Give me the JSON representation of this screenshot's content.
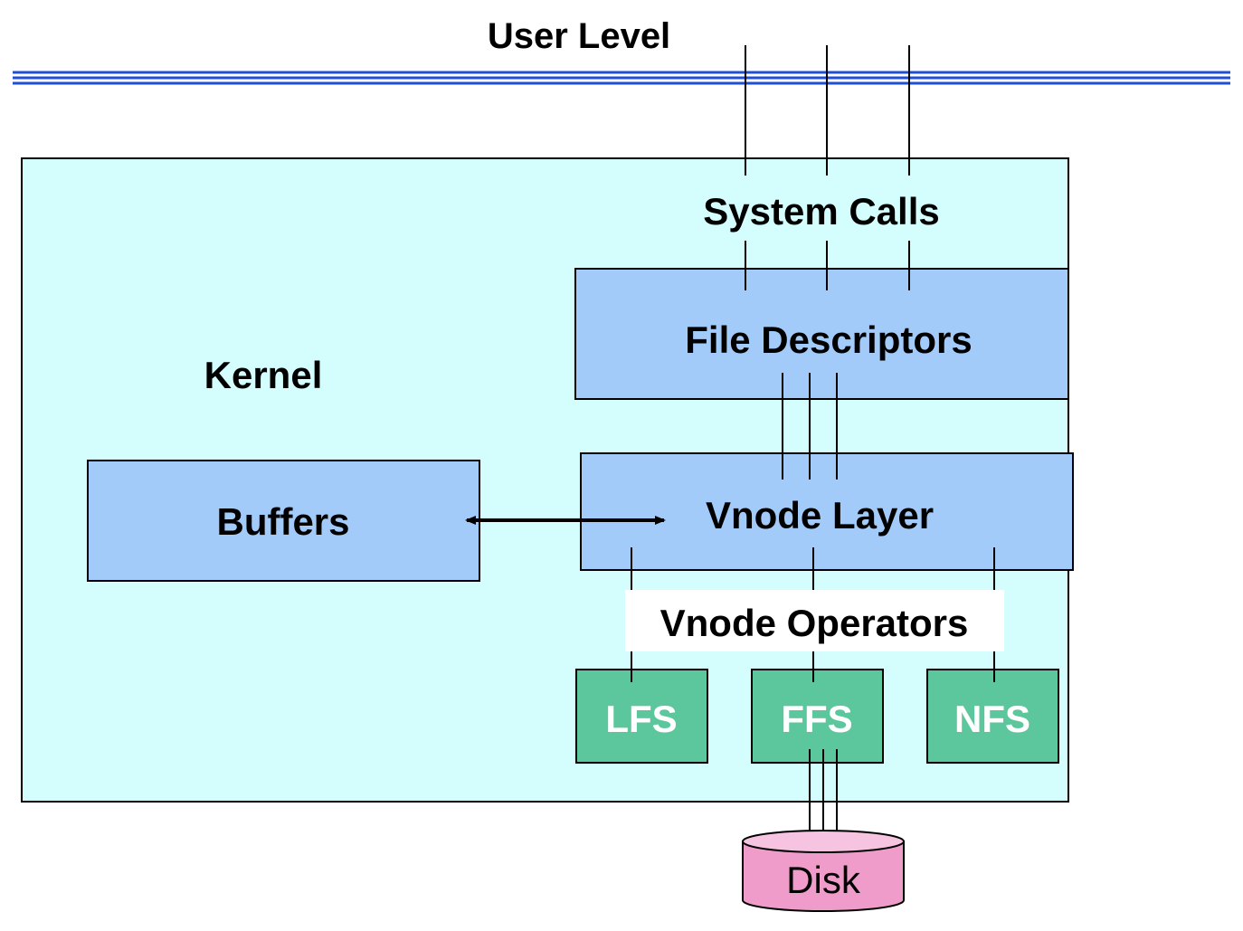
{
  "labels": {
    "user_level": "User Level",
    "kernel": "Kernel",
    "system_calls": "System Calls",
    "file_descriptors": "File Descriptors",
    "vnode_layer": "Vnode Layer",
    "buffers": "Buffers",
    "vnode_operators": "Vnode Operators",
    "lfs": "LFS",
    "ffs": "FFS",
    "nfs": "NFS",
    "disk": "Disk"
  },
  "colors": {
    "kernel_fill": "#d4fdfd",
    "layer_fill": "#a3cbf9",
    "fs_fill": "#5cc79c",
    "disk_fill": "#f09ccb",
    "disk_top": "#f6c3e0",
    "divider_blue": "#1f4fd6"
  }
}
